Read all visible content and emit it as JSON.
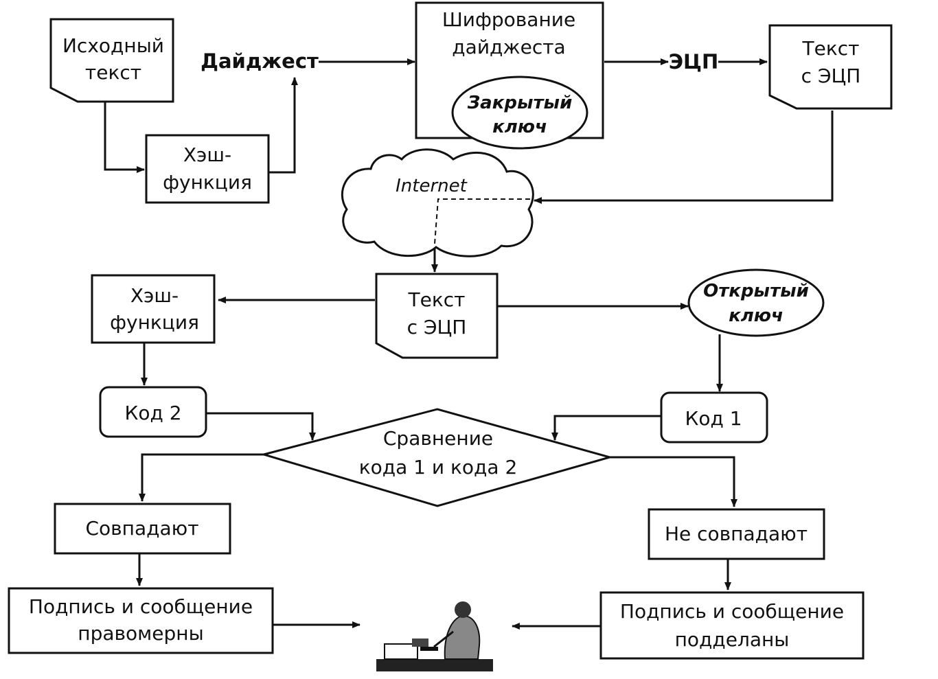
{
  "nodes": {
    "source_text": [
      "Исходный",
      "текст"
    ],
    "hash1": [
      "Хэш-",
      "функция"
    ],
    "digest": "Дайджест",
    "encrypt": [
      "Шифрование",
      "дайджеста"
    ],
    "private_key": [
      "Закрытый",
      "ключ"
    ],
    "eds": "ЭЦП",
    "text_eds_top": [
      "Текст",
      "с ЭЦП"
    ],
    "internet": "Internet",
    "text_eds_mid": [
      "Текст",
      "с ЭЦП"
    ],
    "hash2": [
      "Хэш-",
      "функция"
    ],
    "public_key": [
      "Открытый",
      "ключ"
    ],
    "code2": "Код 2",
    "code1": "Код 1",
    "compare": [
      "Сравнение",
      "кода 1 и кода 2"
    ],
    "match": "Совпадают",
    "nomatch": "Не совпадают",
    "valid": [
      "Подпись и сообщение",
      "правомерны"
    ],
    "forged": [
      "Подпись и сообщение",
      "подделаны"
    ]
  }
}
